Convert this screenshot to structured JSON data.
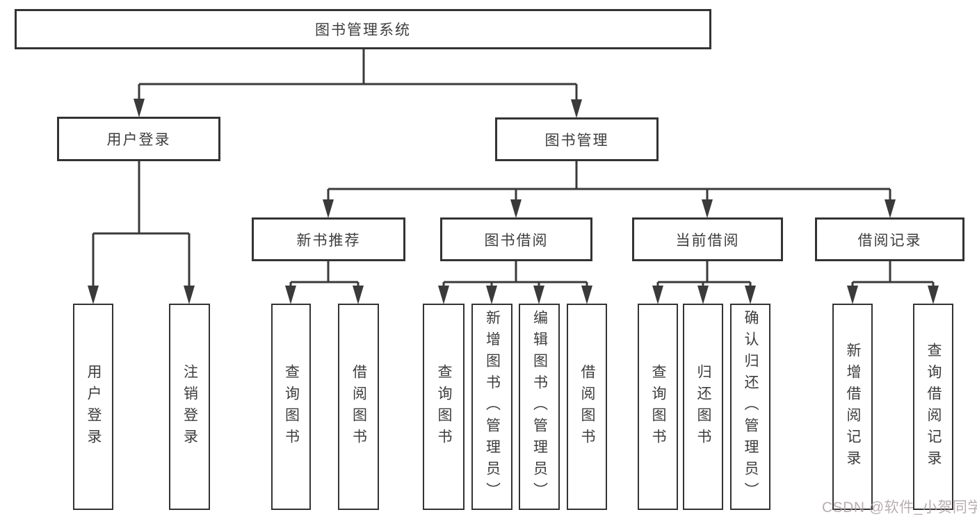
{
  "diagram": {
    "line_color": "#3a3a3a",
    "box_border_color": "#333333",
    "text_color": "#3d3d3d",
    "background_color": "#ffffff"
  },
  "tree": {
    "root": {
      "label": "图书管理系统"
    },
    "level2": [
      {
        "label": "用户登录"
      },
      {
        "label": "图书管理"
      }
    ],
    "level3": [
      {
        "label": "新书推荐"
      },
      {
        "label": "图书借阅"
      },
      {
        "label": "当前借阅"
      },
      {
        "label": "借阅记录"
      }
    ],
    "leaves": {
      "user_login": [
        "用户登录",
        "注销登录"
      ],
      "new_book": [
        "查询图书",
        "借阅图书"
      ],
      "book_borrow": [
        "查询图书",
        "新增图书（管理员）",
        "编辑图书（管理员）",
        "借阅图书"
      ],
      "current_borrow": [
        "查询图书",
        "归还图书",
        "确认归还（管理员）"
      ],
      "borrow_record": [
        "新增借阅记录",
        "查询借阅记录"
      ]
    }
  },
  "watermark": {
    "text": "CSDN @软件_小贺同学",
    "color": "#ab9fa3"
  }
}
